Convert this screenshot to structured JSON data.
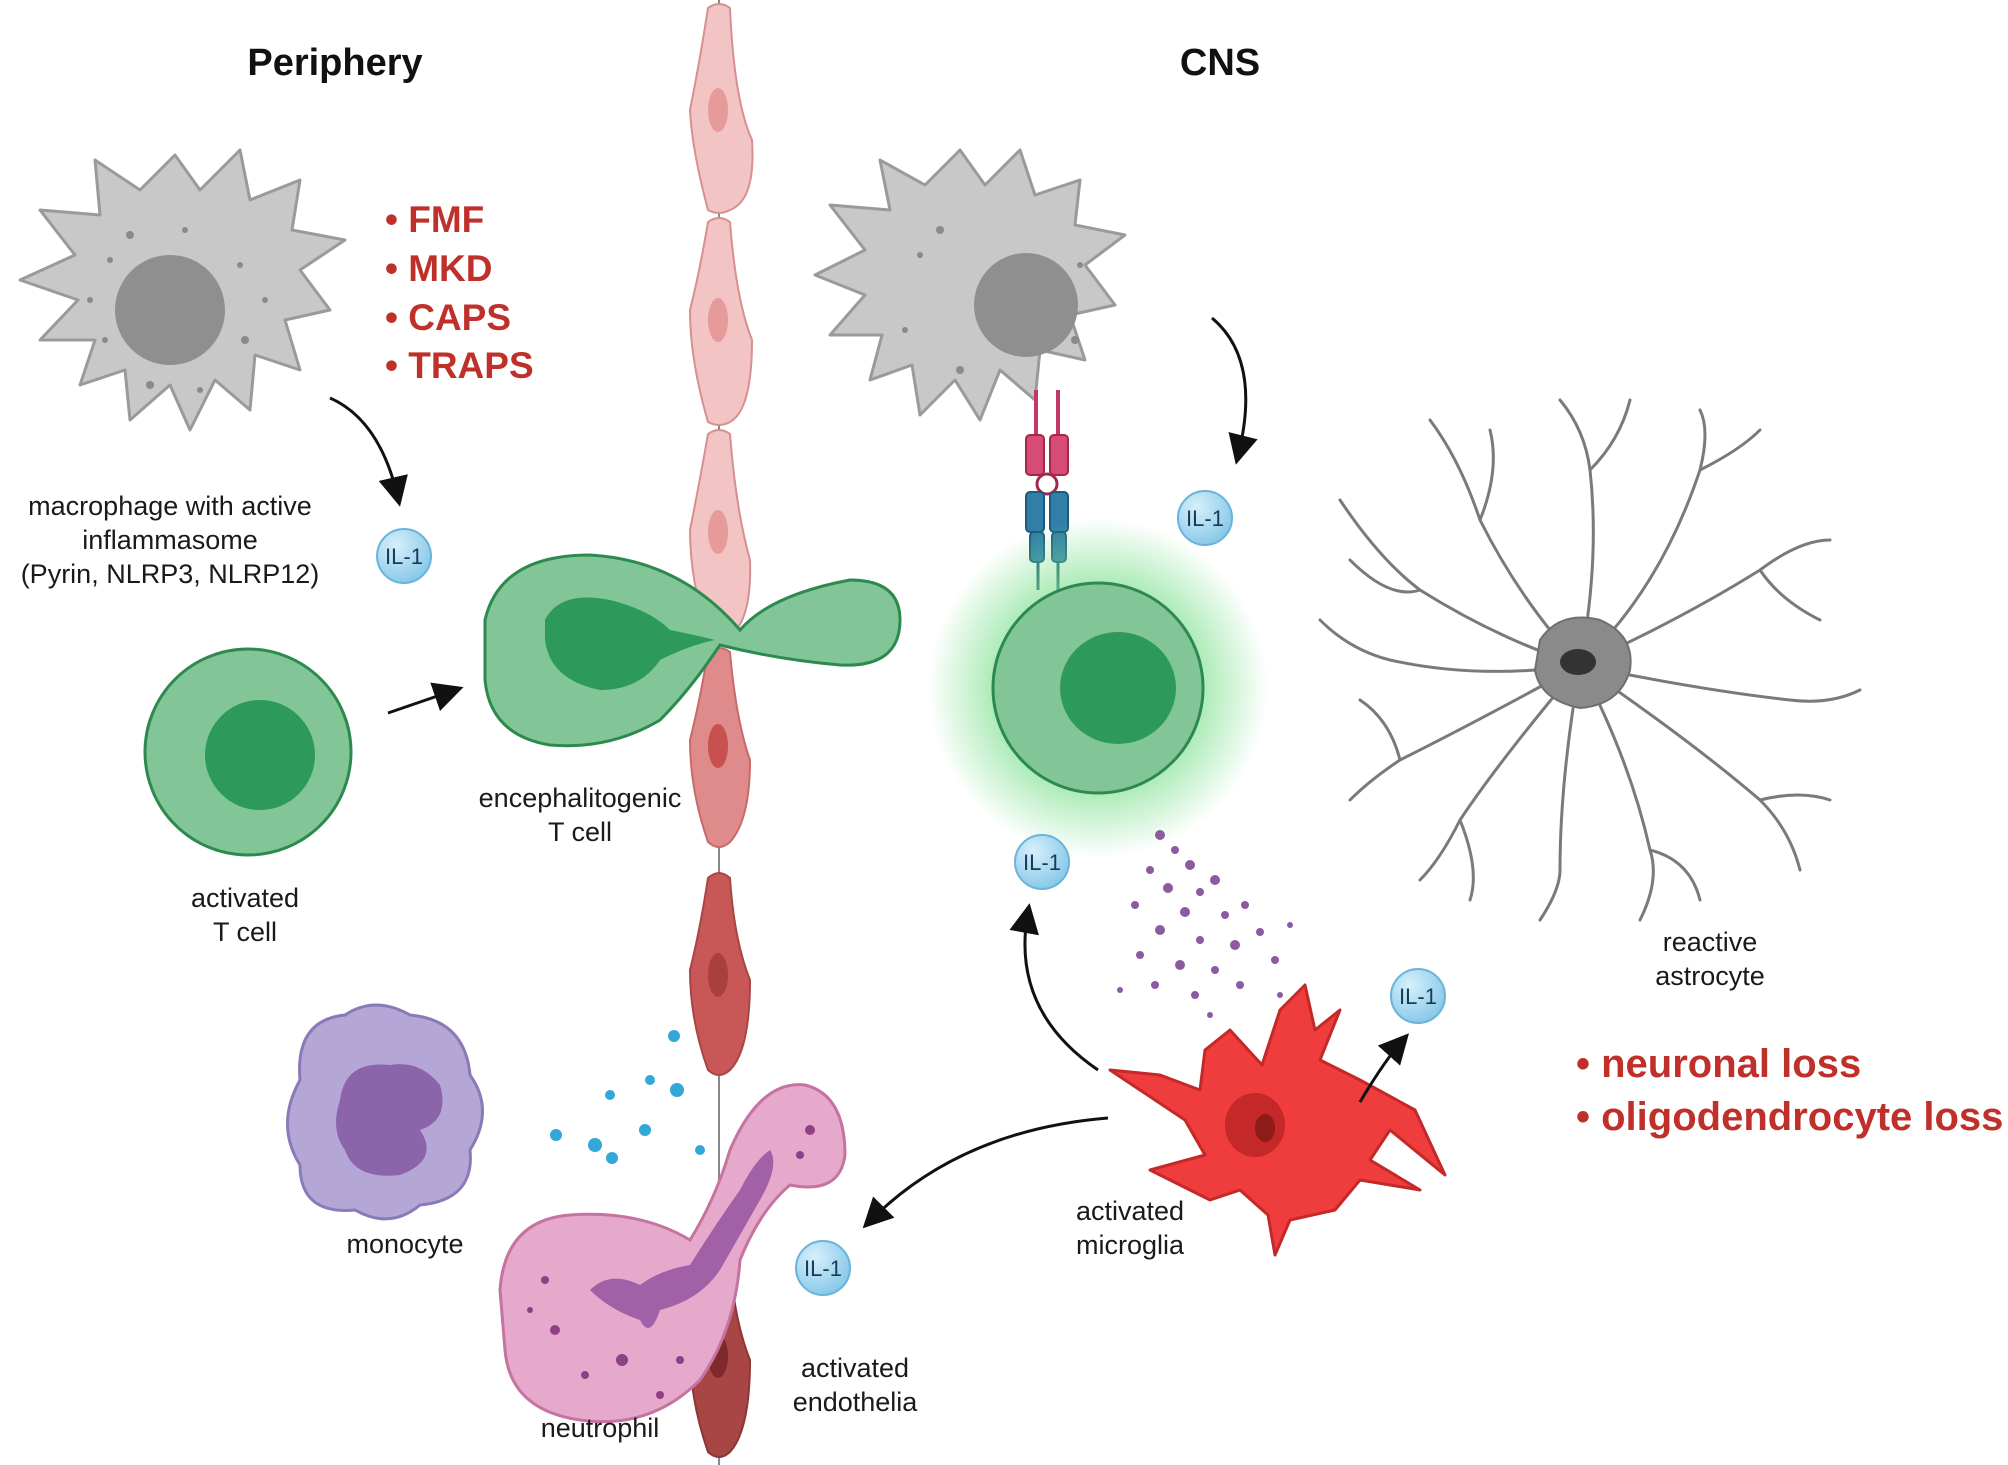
{
  "headers": {
    "periphery": "Periphery",
    "cns": "CNS"
  },
  "diseases": [
    "FMF",
    "MKD",
    "CAPS",
    "TRAPS"
  ],
  "outcomes": [
    "neuronal loss",
    "oligodendrocyte loss"
  ],
  "labels": {
    "macrophage": [
      "macrophage with active",
      "inflammasome",
      "(Pyrin, NLRP3, NLRP12)"
    ],
    "activated_t_cell": [
      "activated",
      "T cell"
    ],
    "encephalitogenic_t_cell": [
      "encephalitogenic",
      "T cell"
    ],
    "reactive_astrocyte": [
      "reactive",
      "astrocyte"
    ],
    "activated_microglia": [
      "activated",
      "microglia"
    ],
    "monocyte": "monocyte",
    "neutrophil": "neutrophil",
    "activated_endothelia": [
      "activated",
      "endothelia"
    ]
  },
  "cytokine": "IL-1",
  "colors": {
    "disease_red": "#c0302b",
    "macrophage_gray": "#c8c8c8",
    "t_cell_green": "#82c697",
    "t_cell_nucleus": "#2e9a5a",
    "endothelium_pink": "#f2c4c4",
    "endothelium_activated": "#c85858",
    "microglia_red": "#ef3c3c",
    "neutrophil_pink": "#e6a9cb",
    "monocyte_purple": "#b4a7d6",
    "il1_blue": "#a9d8ef"
  }
}
